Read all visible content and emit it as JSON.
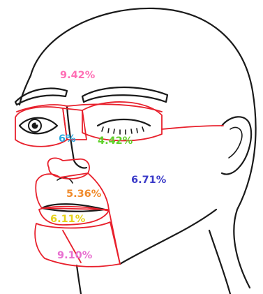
{
  "regions": [
    {
      "id": "forehead",
      "label": "9.42%",
      "color": "#ff6fb5"
    },
    {
      "id": "right-eye-area",
      "label": "6%",
      "color": "#29a8e0"
    },
    {
      "id": "left-eye-area",
      "label": "4.42%",
      "color": "#5fd12a"
    },
    {
      "id": "cheek",
      "label": "6.71%",
      "color": "#3a3ac8"
    },
    {
      "id": "nasolabial",
      "label": "5.36%",
      "color": "#f08a2a"
    },
    {
      "id": "lips",
      "label": "6.11%",
      "color": "#e6d21a"
    },
    {
      "id": "chin",
      "label": "9.10%",
      "color": "#e86fd0"
    }
  ],
  "colors": {
    "region_outline": "#e8202c",
    "line_art": "#1a1a1a"
  }
}
